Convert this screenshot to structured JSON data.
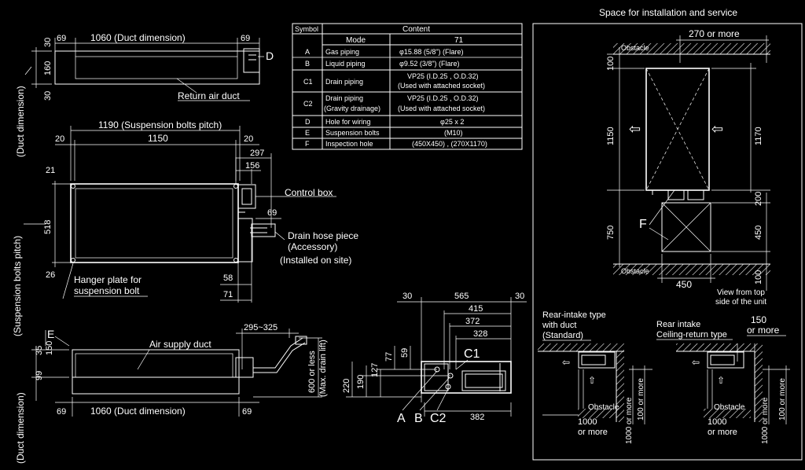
{
  "top_view": {
    "dim_69_left": "69",
    "dim_duct_1060": "1060 (Duct dimension)",
    "dim_69_right": "69",
    "label_D": "D",
    "dim_30_a": "30",
    "dim_160": "160",
    "dim_30_b": "30",
    "return_air_duct": "Return air duct",
    "vertical_duct_dimension": "(Duct dimension)"
  },
  "plan_view": {
    "dim_1190": "1190 (Suspension bolts pitch)",
    "dim_20_left": "20",
    "dim_1150": "1150",
    "dim_20_right": "20",
    "dim_297": "297",
    "dim_156": "156",
    "dim_21": "21",
    "dim_518": "518",
    "dim_26": "26",
    "dim_69": "69",
    "dim_58": "58",
    "dim_71": "71",
    "control_box": "Control box",
    "drain_hose_1": "Drain hose piece",
    "drain_hose_2": "(Accessory)",
    "drain_hose_3": "(Installed on site)",
    "hanger_1": "Hanger plate for",
    "hanger_2": "suspension bolt",
    "vertical_suspension": "(Suspension bolts pitch)"
  },
  "front_view": {
    "label_E": "E",
    "air_supply_duct": "Air supply duct",
    "dim_295_325": "295~325",
    "dim_600": "600 or less",
    "dim_max_drain": "(Max. drain lift)",
    "dim_35": "35",
    "dim_150": "150",
    "dim_99": "99",
    "dim_69_left": "69",
    "dim_duct_1060": "1060 (Duct dimension)",
    "dim_69_right": "69",
    "vertical_duct_dimension": "(Duct dimension)"
  },
  "table": {
    "headers": [
      "Symbol",
      "Content"
    ],
    "mode_label": "Mode",
    "mode_value": "71",
    "rows": [
      {
        "symbol": "A",
        "desc": "Gas piping",
        "value": "φ15.88 (5/8\") (Flare)"
      },
      {
        "symbol": "B",
        "desc": "Liquid piping",
        "value": "φ9.52 (3/8\") (Flare)"
      },
      {
        "symbol": "C1",
        "desc": "Drain piping",
        "value": "VP25 (I.D.25 , O.D.32)",
        "value2": "(Used with attached socket)"
      },
      {
        "symbol": "C2",
        "desc": "Drain piping",
        "desc2": "(Gravity drainage)",
        "value": "VP25 (I.D.25 , O.D.32)",
        "value2": "(Used with attached socket)"
      },
      {
        "symbol": "D",
        "desc": "Hole for wiring",
        "value": "φ25 x 2"
      },
      {
        "symbol": "E",
        "desc": "Suspension bolts",
        "value": "(M10)"
      },
      {
        "symbol": "F",
        "desc": "Inspection hole",
        "value": "(450X450) , (270X1170)"
      }
    ]
  },
  "side_view": {
    "dim_30_left": "30",
    "dim_565": "565",
    "dim_30_right": "30",
    "dim_415": "415",
    "dim_372": "372",
    "dim_328": "328",
    "dim_59": "59",
    "dim_77": "77",
    "dim_127": "127",
    "dim_190": "190",
    "dim_220": "220",
    "dim_382": "382",
    "label_C1": "C1",
    "label_A": "A",
    "label_B": "B",
    "label_C2": "C2"
  },
  "service_panel": {
    "title": "Space for installation and service",
    "dim_270": "270 or more",
    "obstacle_top": "Obstacle",
    "obstacle_bottom": "Obstacle",
    "dim_100_top": "100",
    "dim_1150": "1150",
    "dim_1170": "1170",
    "dim_750": "750",
    "dim_200": "200",
    "dim_450_v": "450",
    "dim_100_bottom": "100",
    "dim_450_h": "450",
    "label_F": "F",
    "view_note_1": "View from top",
    "view_note_2": "side of the unit",
    "rear_intake_1": "Rear-intake type",
    "rear_intake_2": "with duct",
    "rear_intake_3": "(Standard)",
    "ceiling_1": "Rear intake",
    "ceiling_2": "Ceiling-return type",
    "dim_150": "150",
    "or_more": "or more",
    "obstacle_left": "Obstacle",
    "obstacle_right": "Obstacle",
    "dim_1000_left_1": "1000",
    "dim_1000_left_2": "or more",
    "dim_1000_right_1": "1000",
    "dim_1000_right_2": "or more",
    "vdim_1000_a": "1000 or more",
    "vdim_100_a": "100 or more",
    "vdim_1000_b": "1000 or more",
    "vdim_100_b": "100 or more"
  }
}
